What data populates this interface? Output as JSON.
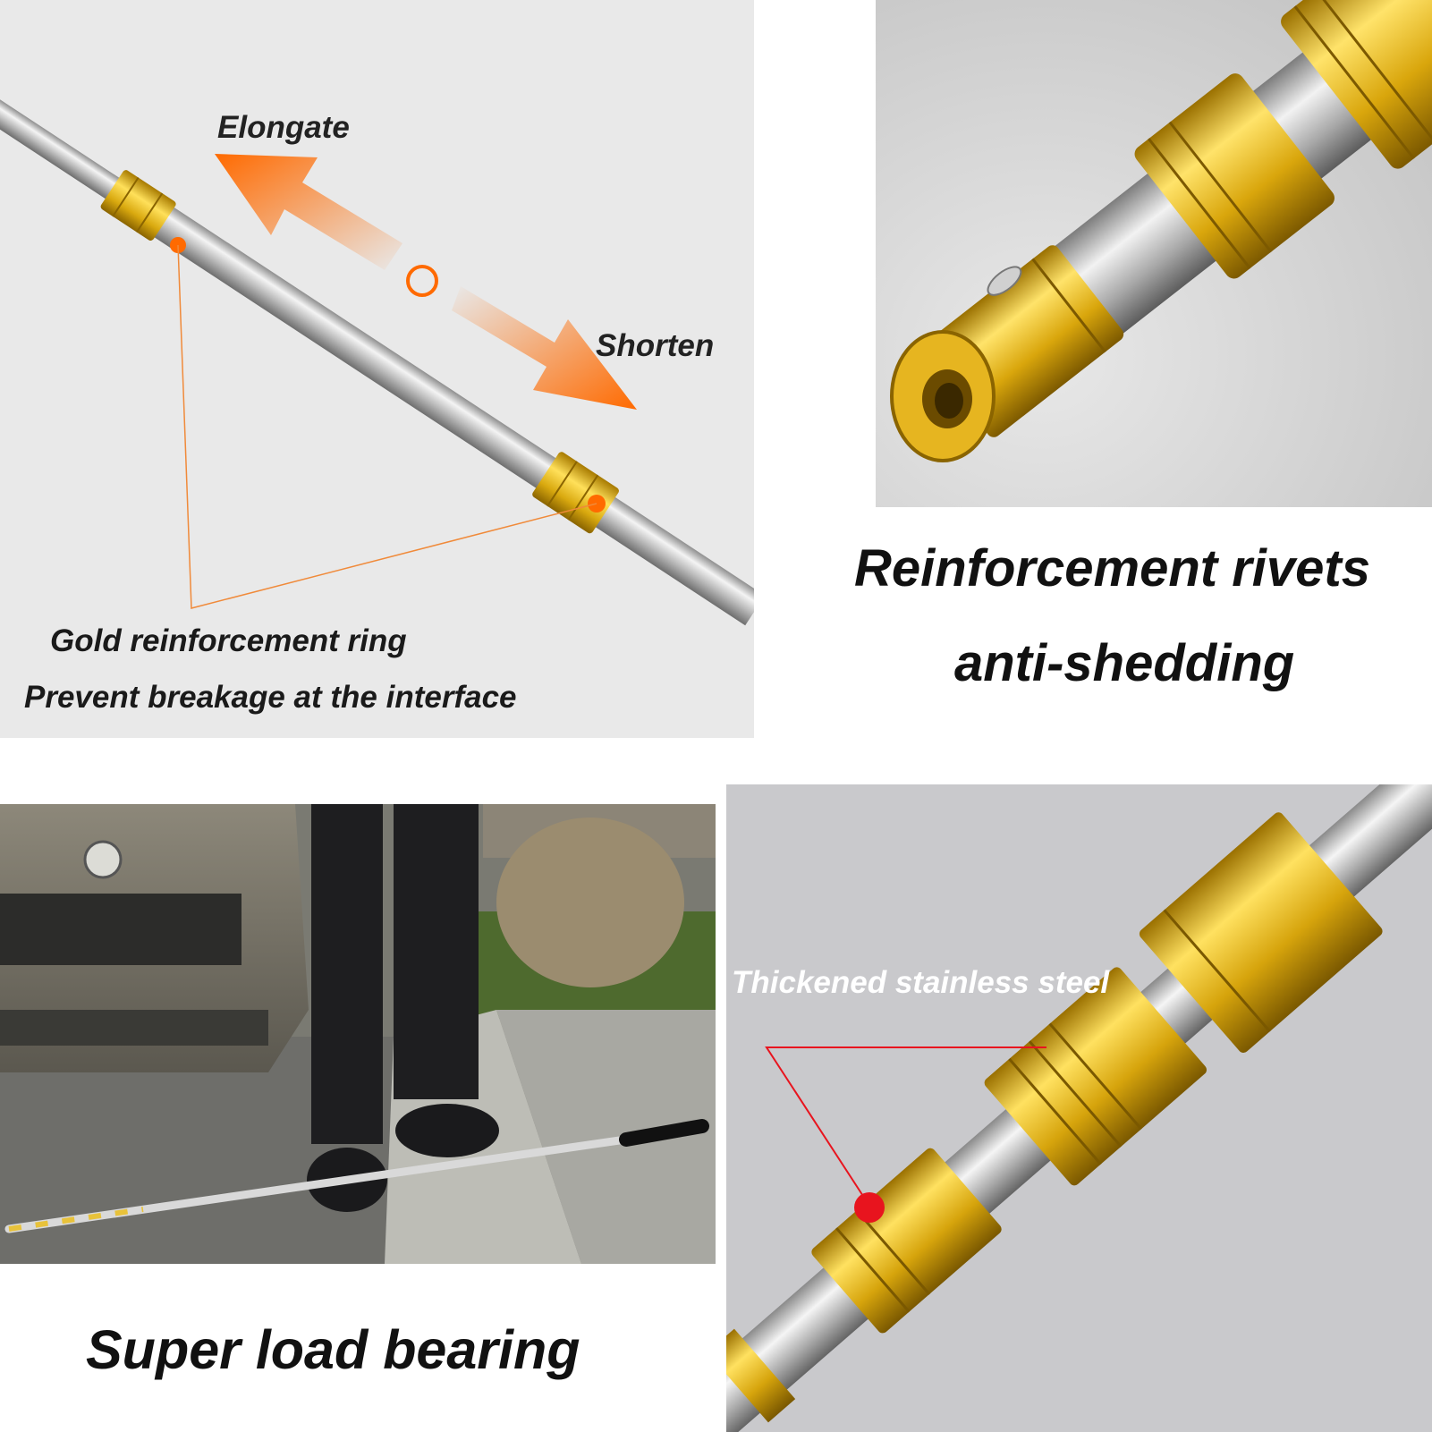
{
  "panels": {
    "telescopic": {
      "elongate_label": "Elongate",
      "shorten_label": "Shorten",
      "ring_caption_line1": "Gold reinforcement ring",
      "ring_caption_line2": "Prevent breakage at the interface"
    },
    "rivets": {
      "caption_line1": "Reinforcement rivets",
      "caption_line2": "anti-shedding"
    },
    "load": {
      "caption": "Super load bearing"
    },
    "steel": {
      "callout_label": "Thickened stainless steel"
    }
  },
  "colors": {
    "gold": "#e0b21a",
    "arrow_orange": "#ff6a00",
    "callout_red": "#e8141e",
    "leader_orange": "#f08a3a"
  }
}
